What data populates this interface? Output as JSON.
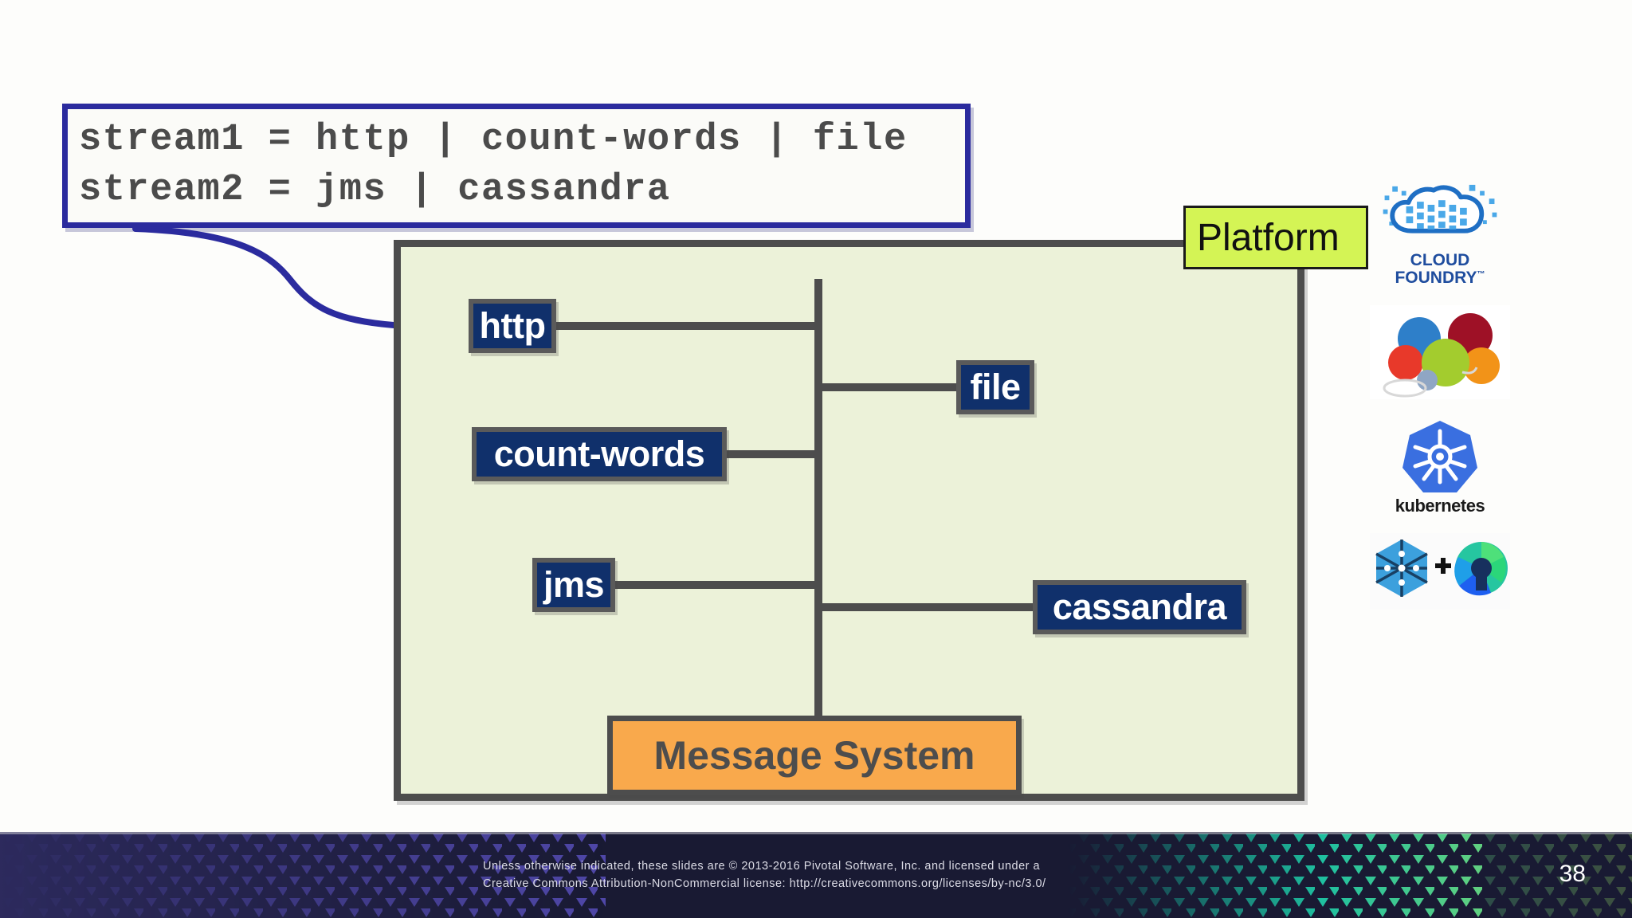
{
  "slide": {
    "page_number": "38",
    "background_color": "#fdfdfb"
  },
  "code_box": {
    "border_color": "#2b2b9e",
    "background_color": "#fbfbf8",
    "text_color": "#4b4b4b",
    "lines": [
      "stream1 = http | count-words | file",
      "stream2 = jms | cassandra"
    ]
  },
  "diagram": {
    "container": {
      "label": "Platform",
      "label_background": "#d4f455",
      "background_color": "#ecf2d9",
      "border_color": "#4d4d4d"
    },
    "bus": {
      "color": "#4d4d4d",
      "name": "message-bus"
    },
    "nodes": [
      {
        "id": "http",
        "label": "http",
        "color": "#10306b",
        "side": "left"
      },
      {
        "id": "count-words",
        "label": "count-words",
        "color": "#10306b",
        "side": "left"
      },
      {
        "id": "jms",
        "label": "jms",
        "color": "#10306b",
        "side": "left"
      },
      {
        "id": "file",
        "label": "file",
        "color": "#10306b",
        "side": "right"
      },
      {
        "id": "cassandra",
        "label": "cassandra",
        "color": "#10306b",
        "side": "right"
      }
    ],
    "message_system": {
      "label": "Message System",
      "background_color": "#f9a94c",
      "text_color": "#4d4d4d"
    }
  },
  "logos": [
    {
      "id": "cloud-foundry",
      "caption_line1": "CLOUD",
      "caption_line2": "FOUNDRY",
      "trademark": "™",
      "color": "#1f4d9e"
    },
    {
      "id": "apache-yarn",
      "caption_line1": "",
      "caption_line2": "",
      "trademark": "",
      "color": "#8bc53f"
    },
    {
      "id": "kubernetes",
      "caption_line1": "kubernetes",
      "caption_line2": "",
      "trademark": "",
      "color": "#3a6fe0"
    },
    {
      "id": "mesos-marathon",
      "caption_line1": "",
      "caption_line2": "",
      "trademark": "",
      "color": "#2ec4b6"
    }
  ],
  "footer": {
    "line1": "Unless otherwise indicated, these slides are © 2013-2016 Pivotal Software, Inc. and licensed under a",
    "line2": "Creative Commons Attribution-NonCommercial license: http://creativecommons.org/licenses/by-nc/3.0/",
    "background_color": "#191a33",
    "text_color": "#dcdce6"
  }
}
